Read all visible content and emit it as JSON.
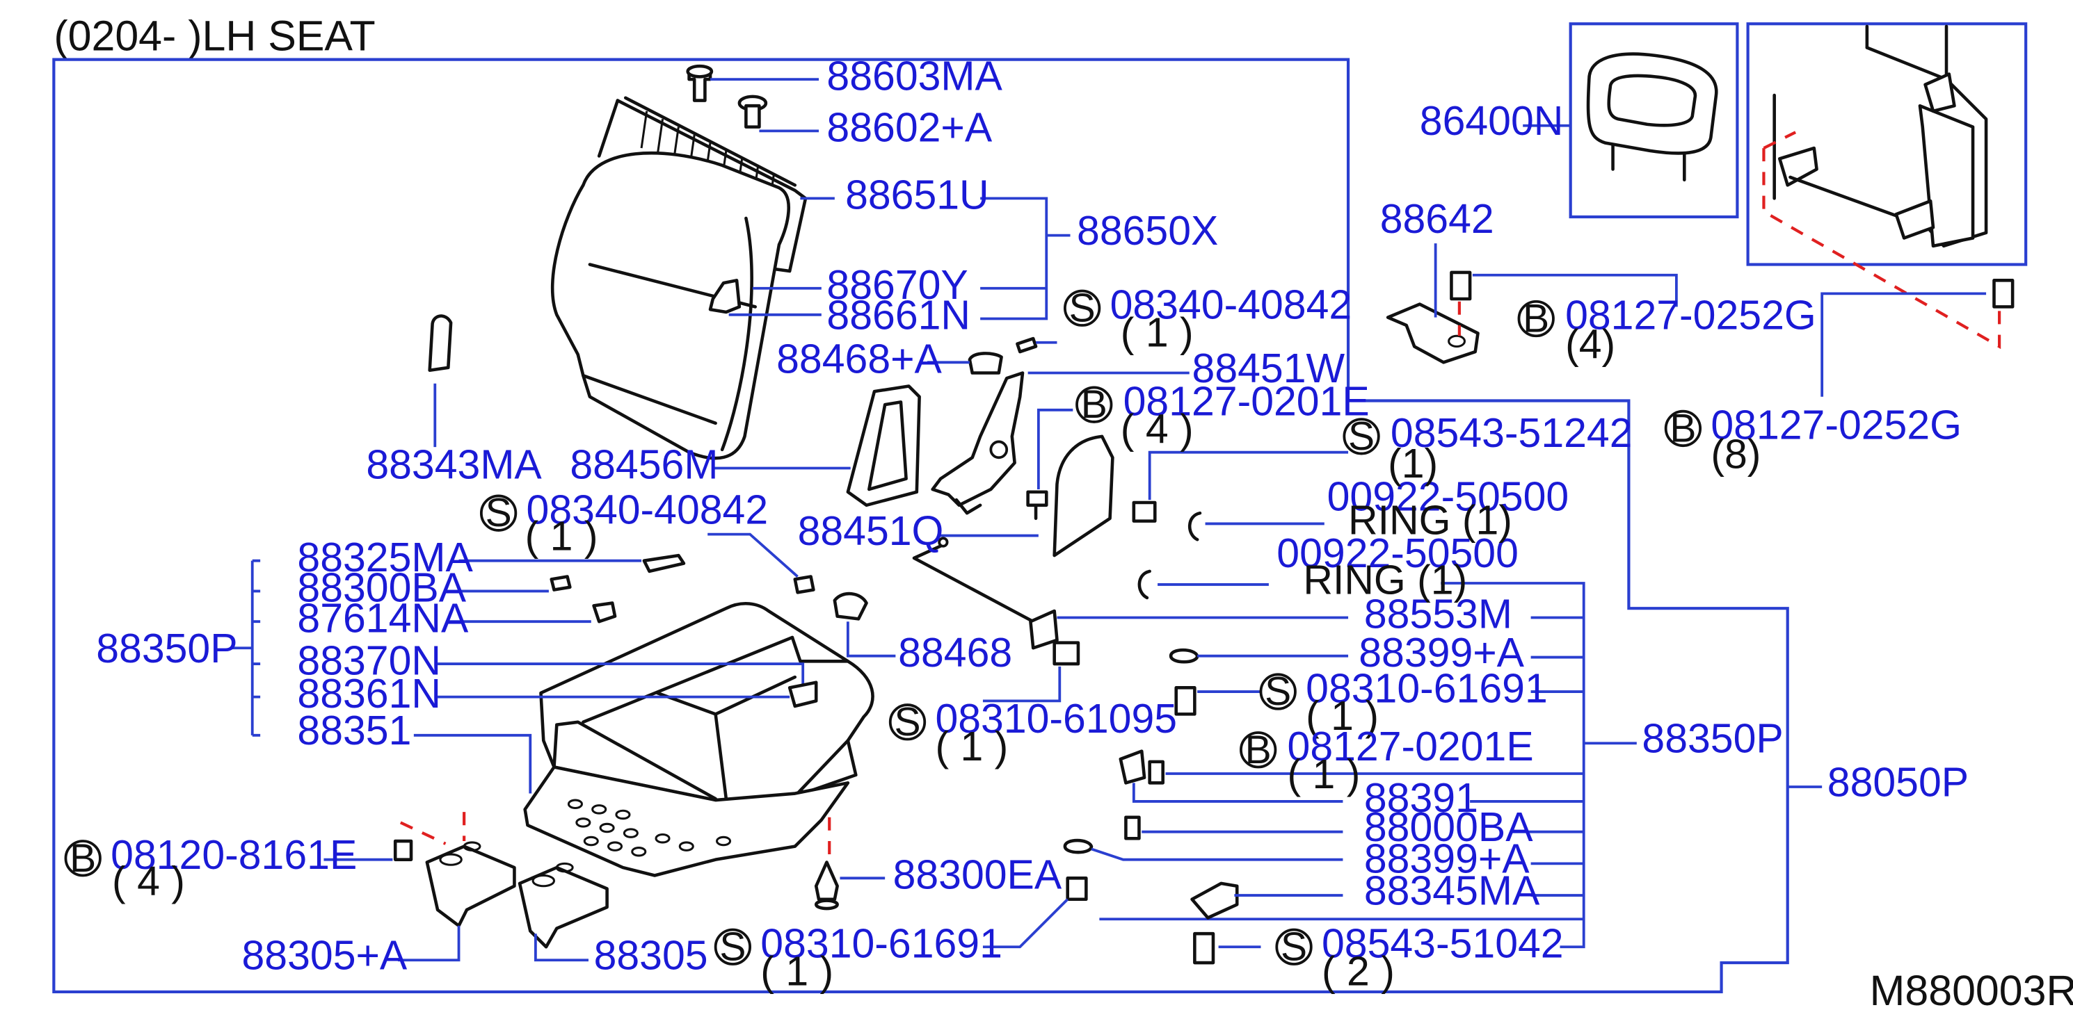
{
  "header": {
    "title": "(0204-       )LH   SEAT"
  },
  "drawing_no": "M880003R",
  "parts": {
    "p88603MA": "88603MA",
    "p88602A": "88602+A",
    "p88651U": "88651U",
    "p88650X": "88650X",
    "p88670Y": "88670Y",
    "p88661N": "88661N",
    "p86400N": "86400N",
    "p88642": "88642",
    "p88468A": "88468+A",
    "p88451W": "88451W",
    "p88343MA": "88343MA",
    "p88456M": "88456M",
    "p00922_1": "00922-50500",
    "p88451Q": "88451Q",
    "p00922_2": "00922-50500",
    "p88325MA": "88325MA",
    "p88300BA": "88300BA",
    "p87614NA": "87614NA",
    "p88350P_left": "88350P",
    "p88468": "88468",
    "p88370N": "88370N",
    "p88361N": "88361N",
    "p88351": "88351",
    "p88553M": "88553M",
    "p88399A_1": "88399+A",
    "p88350P_right": "88350P",
    "p88050P": "88050P",
    "p88391": "88391",
    "p88000BA": "88000BA",
    "p88399A_2": "88399+A",
    "p88345MA": "88345MA",
    "p88300EA": "88300EA",
    "p88305A": "88305+A",
    "p88305": "88305"
  },
  "bolts": {
    "s_08340_a": {
      "badge": "S",
      "number": "08340-40842",
      "qty": "( 1 )"
    },
    "b_08127_a": {
      "badge": "B",
      "number": "08127-0252G",
      "qty": "(4)"
    },
    "b_08127_b": {
      "badge": "B",
      "number": "08127-0252G",
      "qty": "(8)"
    },
    "b_08127_c": {
      "badge": "B",
      "number": "08127-0201E",
      "qty": "( 4 )"
    },
    "s_08543_a": {
      "badge": "S",
      "number": "08543-51242",
      "qty": "(1)"
    },
    "s_08340_b": {
      "badge": "S",
      "number": "08340-40842",
      "qty": "( 1 )"
    },
    "s_08310_a": {
      "badge": "S",
      "number": "08310-61691",
      "qty": "( 1 )"
    },
    "s_08310_b": {
      "badge": "S",
      "number": "08310-61095",
      "qty": "( 1 )"
    },
    "b_08127_d": {
      "badge": "B",
      "number": "08127-0201E",
      "qty": "( 1 )"
    },
    "b_08120": {
      "badge": "B",
      "number": "08120-8161E",
      "qty": "( 4 )"
    },
    "s_08310_c": {
      "badge": "S",
      "number": "08310-61691",
      "qty": "( 1 )"
    },
    "s_08543_b": {
      "badge": "S",
      "number": "08543-51042",
      "qty": "( 2 )"
    }
  },
  "rings": {
    "ring1": "RING  (1)",
    "ring2": "RING  (1)"
  },
  "colors": {
    "label": "#1a1ad6",
    "leader": "#2a3fd0",
    "hidden_line": "#e02020",
    "ink": "#111111"
  }
}
